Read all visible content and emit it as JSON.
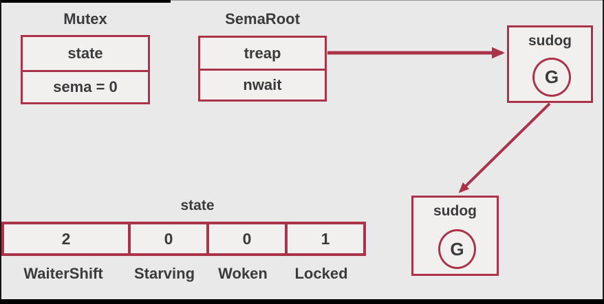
{
  "palette": {
    "background": "#eae9e9",
    "accent": "#ab3349",
    "text": "#3b3b3d",
    "cell_bg": "#f1f0ef",
    "frame": "#000000"
  },
  "mutex": {
    "title": "Mutex",
    "rows": [
      "state",
      "sema = 0"
    ]
  },
  "semaroot": {
    "title": "SemaRoot",
    "rows": [
      "treap",
      "nwait"
    ]
  },
  "sudog_top": {
    "title": "sudog",
    "goroutine": "G"
  },
  "sudog_bottom": {
    "title": "sudog",
    "goroutine": "G"
  },
  "state_bits": {
    "title": "state",
    "cells": [
      {
        "value": "2",
        "label": "WaiterShift"
      },
      {
        "value": "0",
        "label": "Starving"
      },
      {
        "value": "0",
        "label": "Woken"
      },
      {
        "value": "1",
        "label": "Locked"
      }
    ]
  }
}
